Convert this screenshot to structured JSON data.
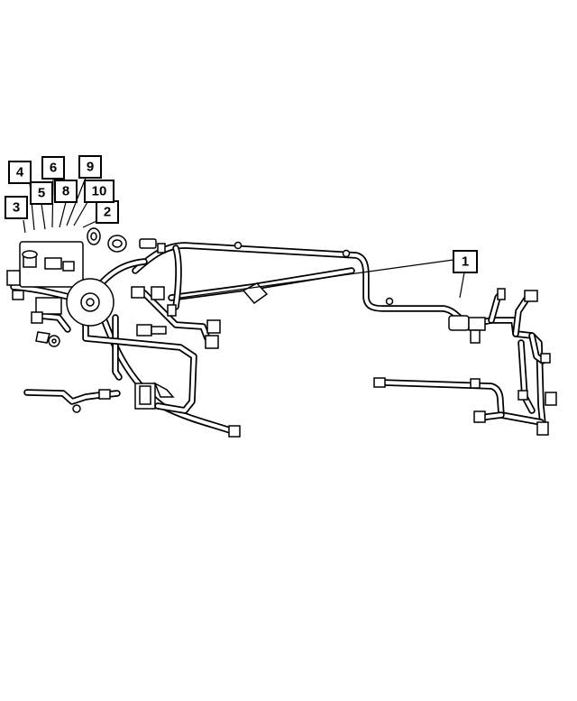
{
  "diagram": {
    "callouts": [
      {
        "id": "1",
        "label": "1"
      },
      {
        "id": "2",
        "label": "2"
      },
      {
        "id": "3",
        "label": "3"
      },
      {
        "id": "4",
        "label": "4"
      },
      {
        "id": "5",
        "label": "5"
      },
      {
        "id": "6",
        "label": "6"
      },
      {
        "id": "8",
        "label": "8"
      },
      {
        "id": "9",
        "label": "9"
      },
      {
        "id": "10",
        "label": "10"
      }
    ]
  }
}
